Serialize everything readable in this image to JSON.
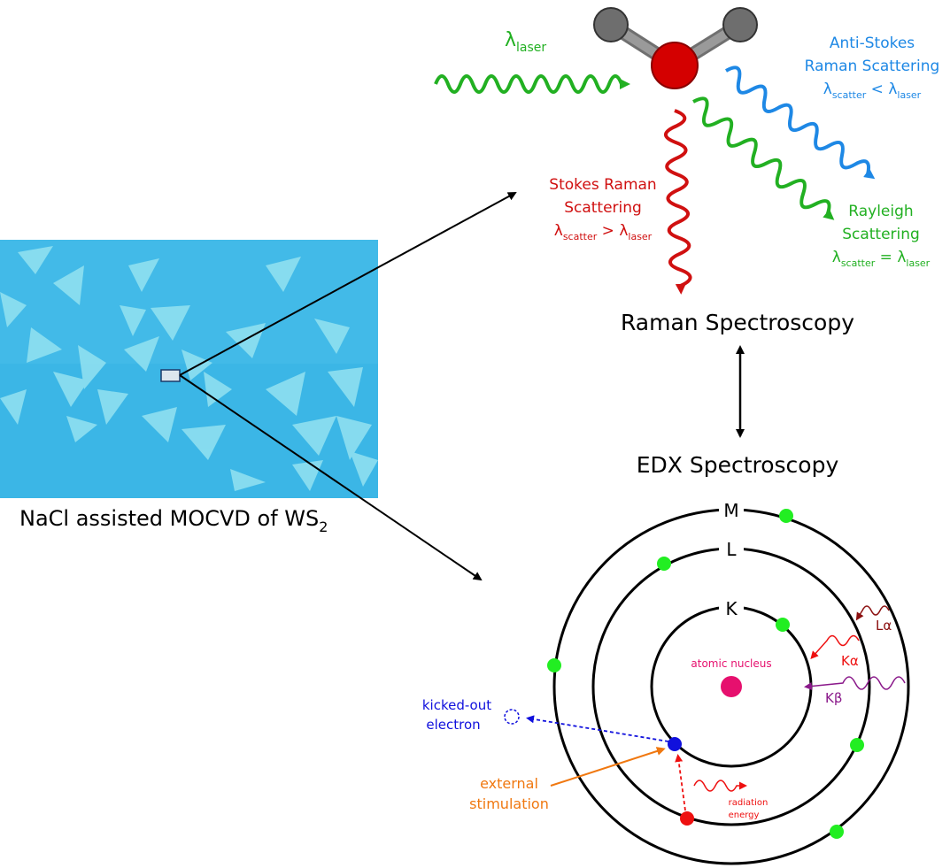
{
  "colors": {
    "laser_green": "#22b022",
    "anti_stokes_blue": "#1e88e5",
    "stokes_red": "#d01010",
    "rayleigh_green": "#22b022",
    "bond_gray": "#707070",
    "atom_gray": "#6e6e6e",
    "atom_red": "#d40000",
    "nucleus_pink": "#e6106e",
    "electron_green": "#22ee22",
    "electron_blue": "#1010dd",
    "electron_red": "#ee1010",
    "l_alpha": "#8b1010",
    "k_alpha": "#ee1010",
    "k_beta": "#8b1a8b",
    "orange": "#f07810",
    "substrate": "#3bb6e6",
    "flake": "#8fe0f0"
  },
  "image": {
    "caption_prefix": "NaCl assisted MOCVD of WS",
    "caption_subscript": "2"
  },
  "raman": {
    "title": "Raman Spectroscopy",
    "laser": {
      "symbol": "λ",
      "subscript": "laser"
    },
    "anti_stokes": {
      "line1": "Anti-Stokes",
      "line2": "Raman Scattering",
      "symbol_a": "λ",
      "sub_a": "scatter",
      "relation": " < ",
      "symbol_b": "λ",
      "sub_b": "laser"
    },
    "stokes": {
      "line1": "Stokes Raman",
      "line2": "Scattering",
      "symbol_a": "λ",
      "sub_a": "scatter",
      "relation": " > ",
      "symbol_b": "λ",
      "sub_b": "laser"
    },
    "rayleigh": {
      "line1": "Rayleigh",
      "line2": "Scattering",
      "symbol_a": "λ",
      "sub_a": "scatter",
      "relation": " = ",
      "symbol_b": "λ",
      "sub_b": "laser"
    }
  },
  "edx": {
    "title": "EDX Spectroscopy",
    "shells": {
      "k": "K",
      "l": "L",
      "m": "M"
    },
    "nucleus": "atomic nucleus",
    "l_alpha": "Lα",
    "k_alpha": "Kα",
    "k_beta": "Kβ",
    "kicked_out": {
      "line1": "kicked-out",
      "line2": "electron"
    },
    "external": {
      "line1": "external",
      "line2": "stimulation"
    },
    "radiation": {
      "line1": "radiation",
      "line2": "energy"
    }
  }
}
